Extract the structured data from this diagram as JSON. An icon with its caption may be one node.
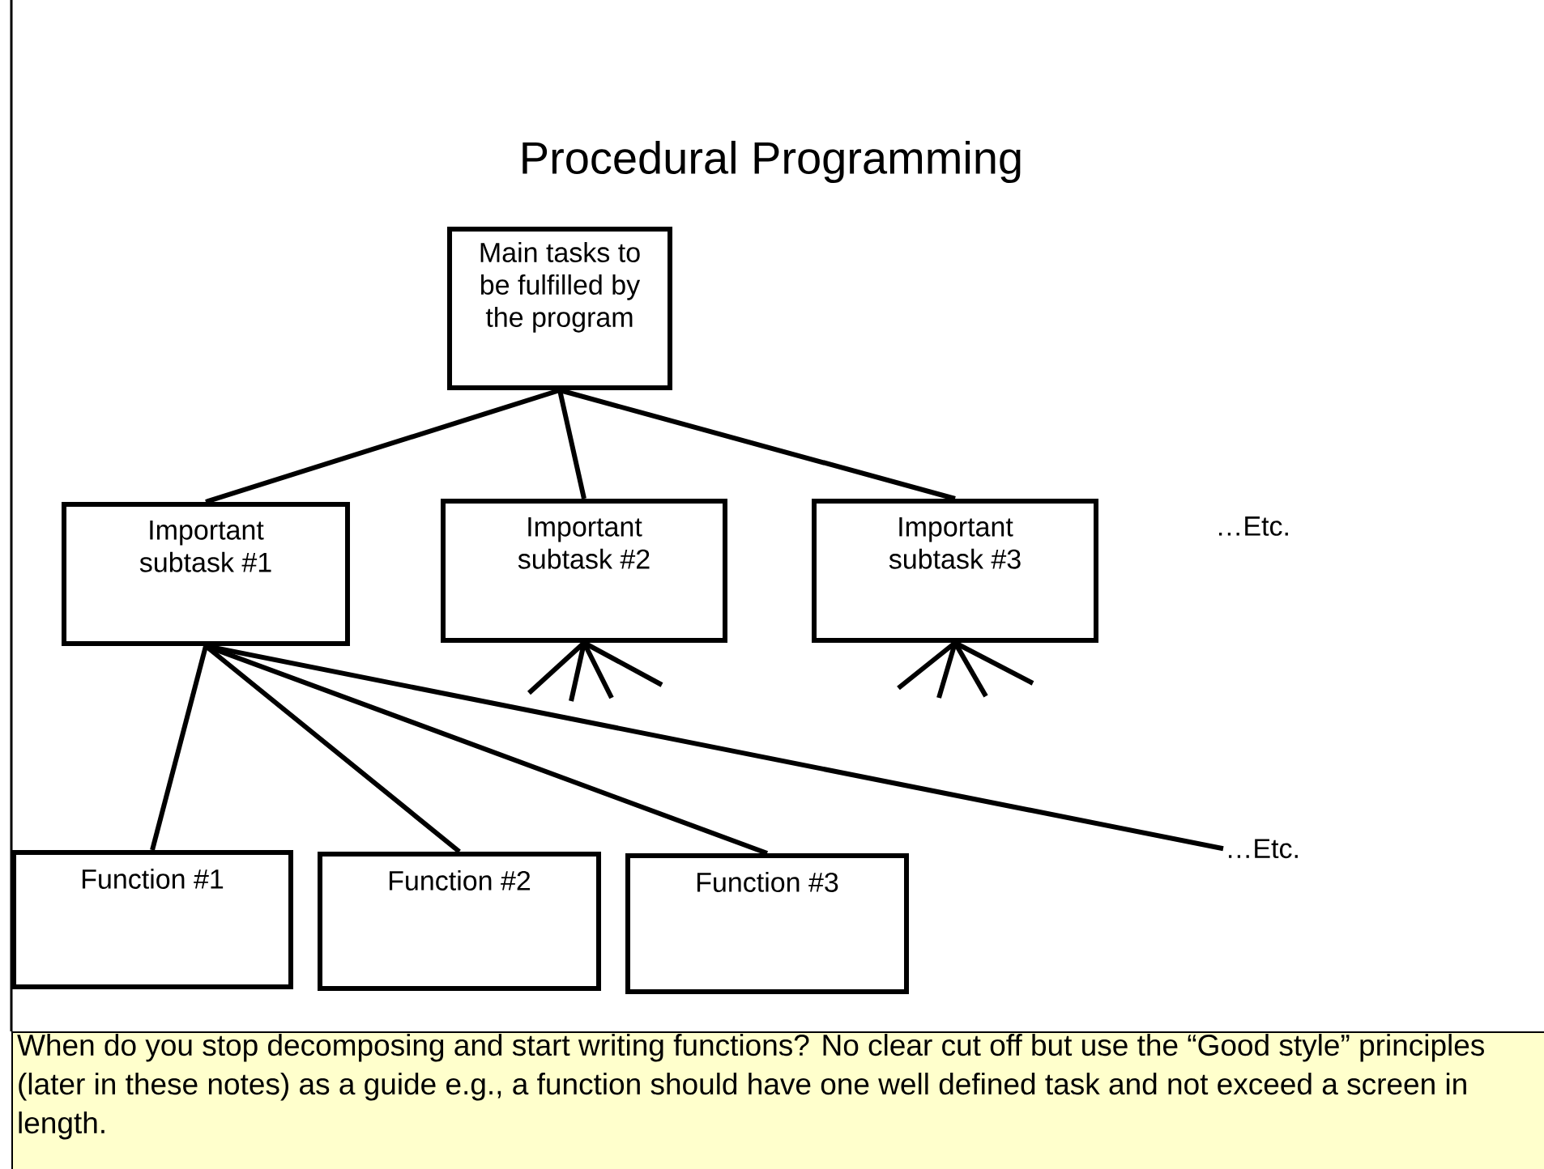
{
  "diagram": {
    "title": "Procedural Programming",
    "caption": "When  do you stop decomposing and start writing functions? No clear cut off but use the “Good style” principles (later in these notes) as a guide e.g., a function should have one well defined task and not exceed a screen in length.",
    "nodes": [
      {
        "text": [
          "Main tasks to be fulfilled by the program"
        ]
      },
      {
        "text": [
          "Important subtask #1"
        ]
      },
      {
        "text": [
          "Important subtask #2"
        ]
      },
      {
        "text": [
          "Important subtask #3"
        ]
      },
      {
        "text": [
          "Function #1"
        ]
      },
      {
        "text": [
          "Function #2"
        ]
      },
      {
        "text": [
          "Function #3"
        ]
      },
      {
        "text": [
          "…Etc."
        ]
      }
    ],
    "edges": [
      {
        "from": 0,
        "to": 1,
        "arrow": "none"
      },
      {
        "from": 0,
        "to": 2,
        "arrow": "none"
      },
      {
        "from": 0,
        "to": 3,
        "arrow": "none"
      },
      {
        "from": 1,
        "to": 4,
        "arrow": "none"
      },
      {
        "from": 1,
        "to": 5,
        "arrow": "none"
      },
      {
        "from": 1,
        "to": 6,
        "arrow": "none"
      },
      {
        "from": 1,
        "to": 7,
        "arrow": "none"
      },
      {
        "from": 2,
        "to": null,
        "arrow": "none"
      },
      {
        "from": 2,
        "to": null,
        "arrow": "none"
      },
      {
        "from": 2,
        "to": null,
        "arrow": "none"
      },
      {
        "from": 2,
        "to": null,
        "arrow": "none"
      },
      {
        "from": 3,
        "to": null,
        "arrow": "none"
      },
      {
        "from": 3,
        "to": null,
        "arrow": "none"
      },
      {
        "from": 3,
        "to": null,
        "arrow": "none"
      },
      {
        "from": 3,
        "to": null,
        "arrow": "none"
      }
    ],
    "labels": [
      "…Etc."
    ]
  }
}
